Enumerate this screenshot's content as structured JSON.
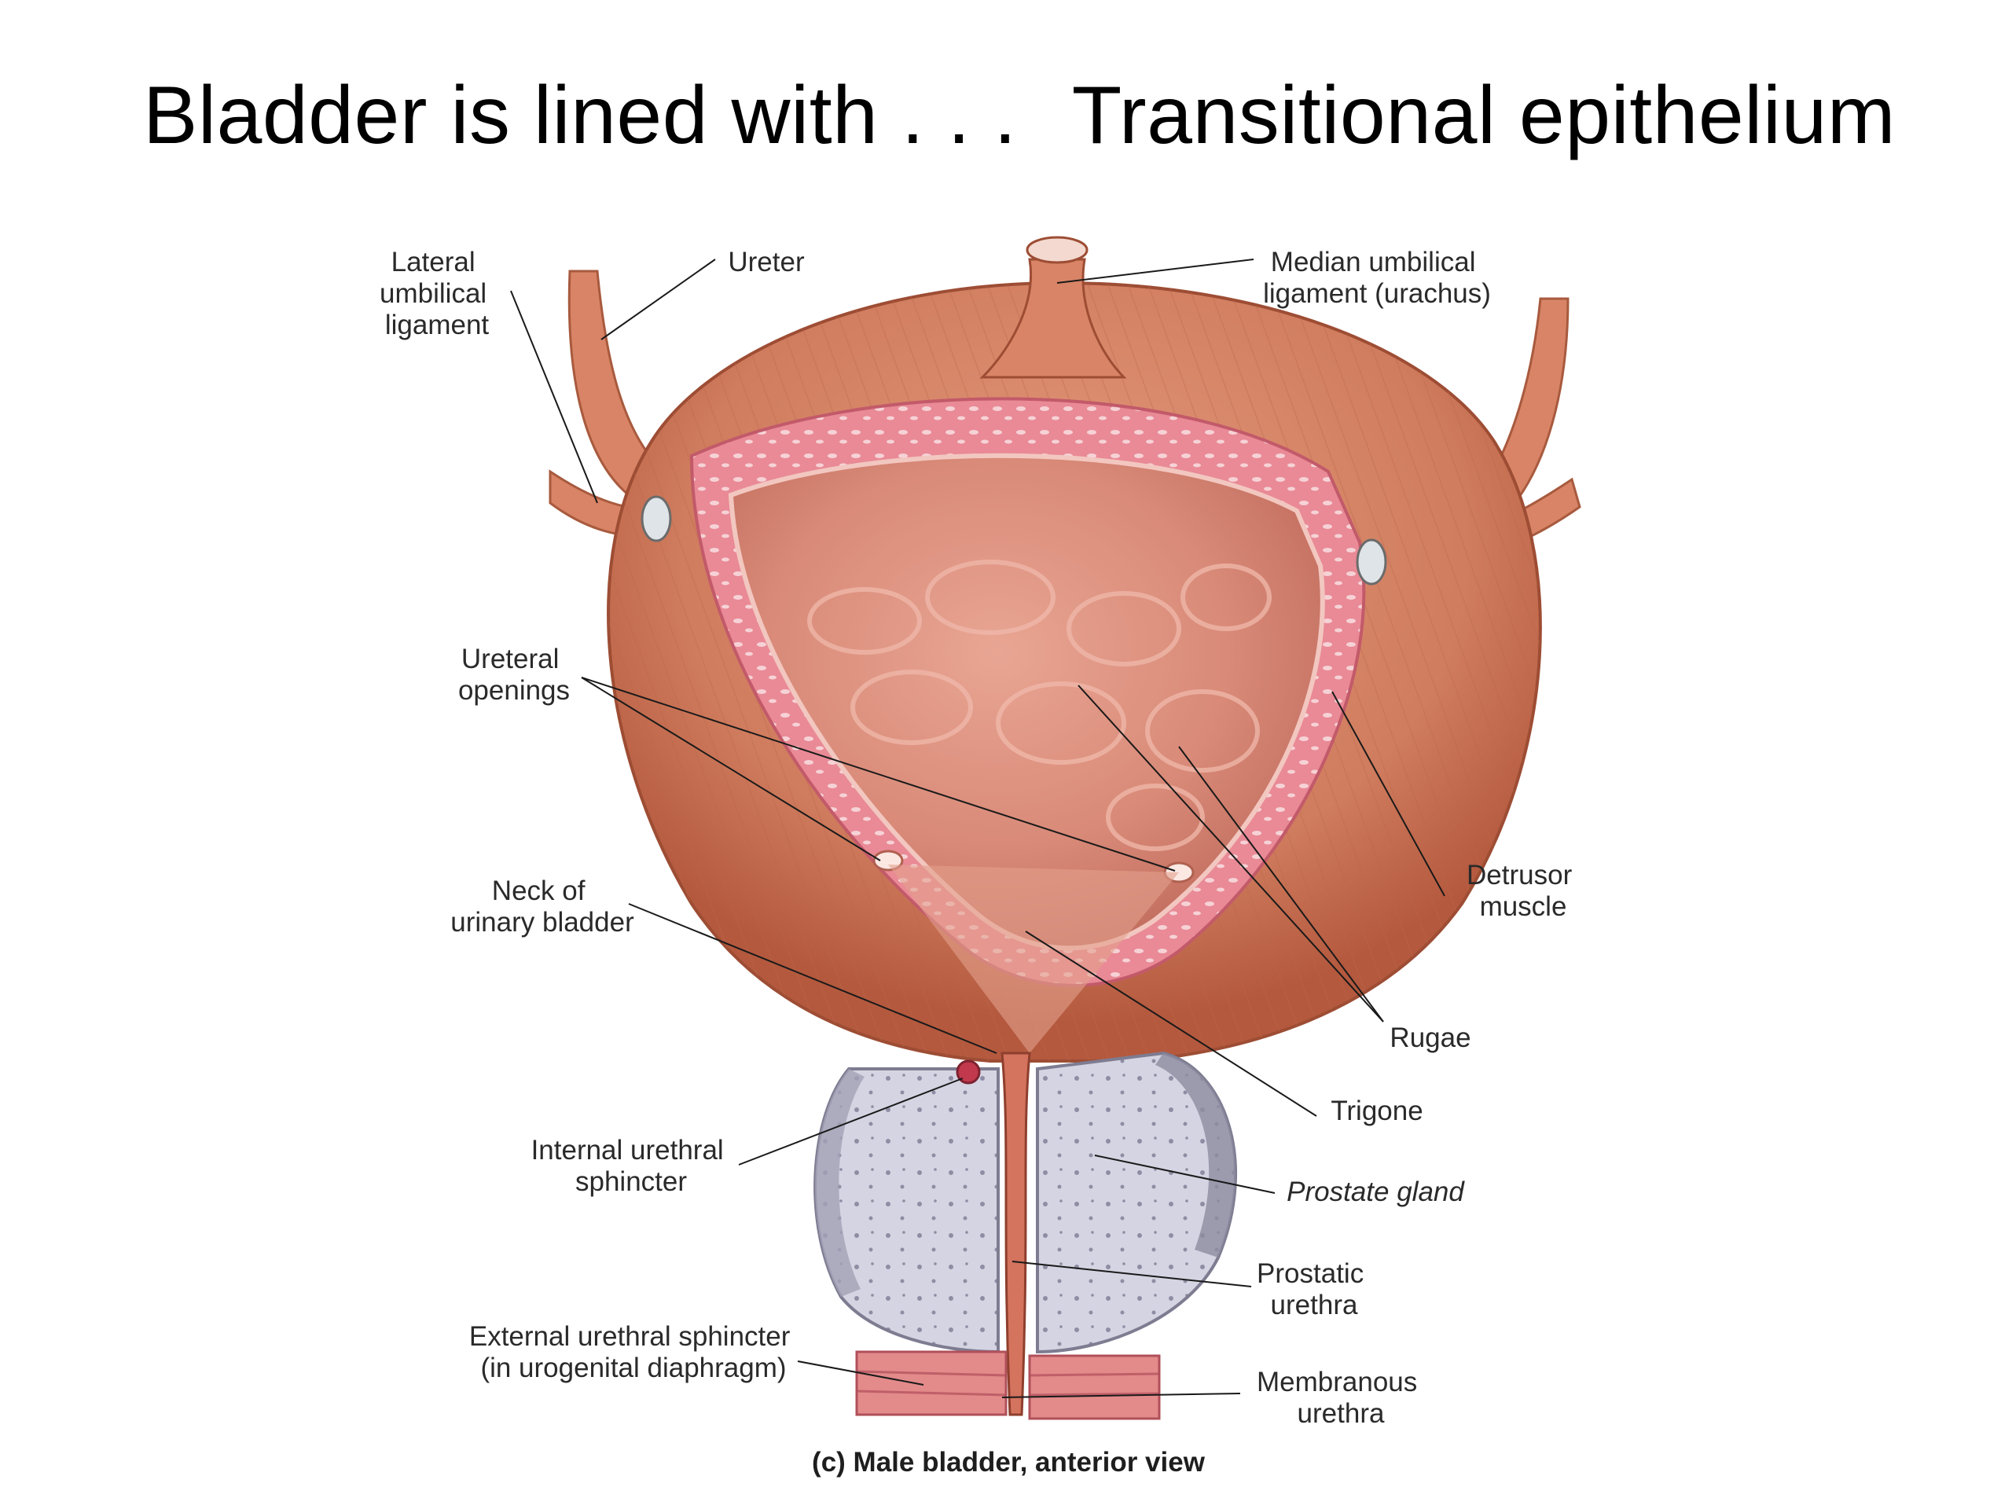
{
  "slide": {
    "title_left": "Bladder is lined with . . .",
    "title_right": "Transitional epithelium"
  },
  "figure": {
    "caption": "(c) Male bladder, anterior view",
    "labels": {
      "lateral_umbilical_ligament": [
        "Lateral",
        "umbilical",
        "ligament"
      ],
      "ureter": [
        "Ureter"
      ],
      "median_umbilical_ligament": [
        "Median umbilical",
        "ligament (urachus)"
      ],
      "ureteral_openings": [
        "Ureteral",
        "openings"
      ],
      "detrusor_muscle": [
        "Detrusor",
        "muscle"
      ],
      "neck_of_urinary_bladder": [
        "Neck of",
        "urinary bladder"
      ],
      "rugae": [
        "Rugae"
      ],
      "trigone": [
        "Trigone"
      ],
      "internal_urethral_sphincter": [
        "Internal urethral",
        "sphincter"
      ],
      "prostate_gland": [
        "Prostate gland"
      ],
      "prostatic_urethra": [
        "Prostatic",
        "urethra"
      ],
      "external_urethral_sphincter": [
        "External urethral sphincter",
        "(in urogenital diaphragm)"
      ],
      "membranous_urethra": [
        "Membranous",
        "urethra"
      ]
    },
    "colors": {
      "muscle": "#d4846a",
      "muscle_dark": "#b4593e",
      "mucosa": "#d98a78",
      "wall_band": "#e98a96",
      "prostate": "#c9c8d6",
      "background": "#ffffff"
    }
  }
}
